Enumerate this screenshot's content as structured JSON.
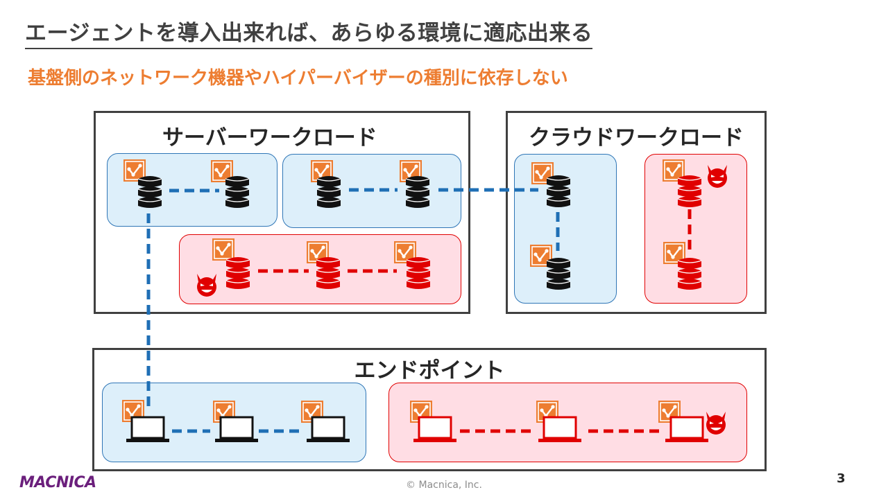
{
  "slide": {
    "title": "エージェントを導入出来れば、あらゆる環境に適応出来る",
    "subtitle": "基盤側のネットワーク機器やハイパーバイザーの種別に依存しない"
  },
  "sections": {
    "server": "サーバーワークロード",
    "cloud": "クラウドワークロード",
    "endpoint": "エンドポイント"
  },
  "footer": {
    "copyright": "© Macnica, Inc.",
    "page": "3",
    "logo": "MACNICA"
  },
  "colors": {
    "title": "#404040",
    "subtitle": "#ED7D31",
    "safe_fill": "#DDEFFA",
    "safe_line": "#1F6FB5",
    "bad_fill": "#FFDDE4",
    "bad_line": "#E00000",
    "agent_badge": "#ED7D31"
  },
  "icons": {
    "agent": "agent-badge-icon",
    "server": "database-server-icon",
    "laptop": "laptop-icon",
    "threat": "devil-face-icon"
  }
}
